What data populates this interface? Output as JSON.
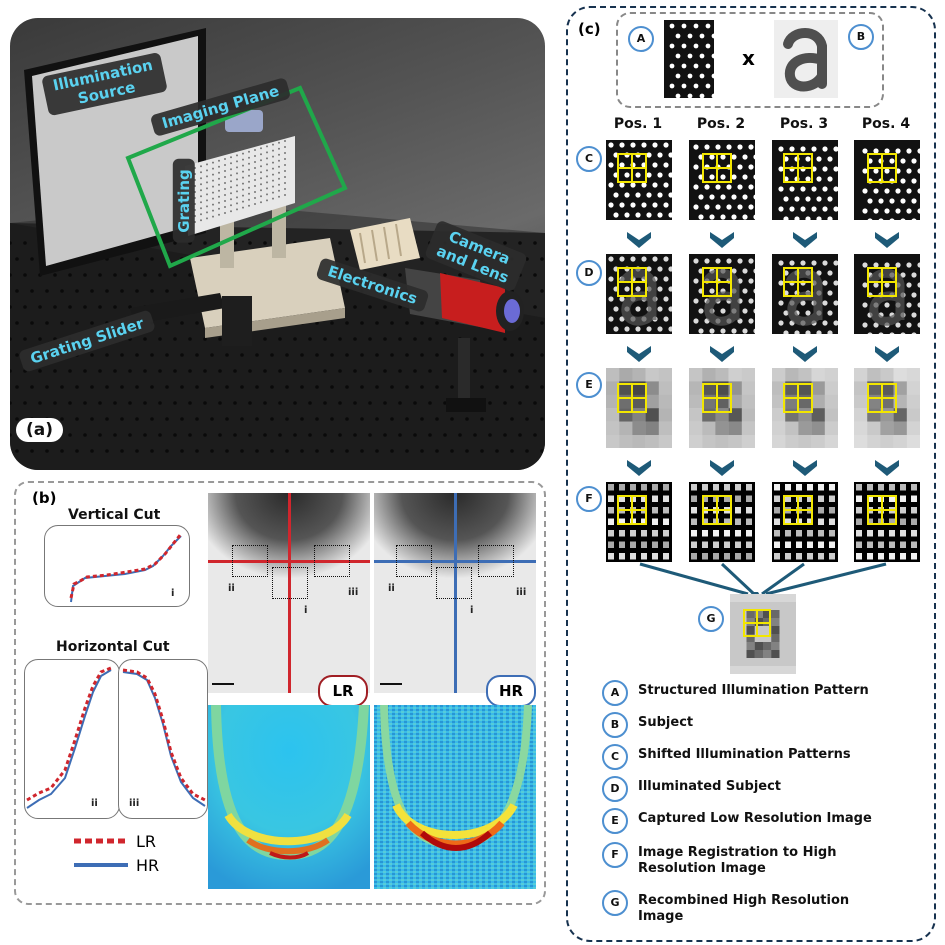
{
  "panel_a": {
    "badge": "(a)",
    "labels": {
      "illumination_source": "Illumination\nSource",
      "imaging_plane": "Imaging Plane",
      "grating": "Grating",
      "camera_lens": "Camera\nand Lens",
      "electronics": "Electronics",
      "grating_slider": "Grating Slider"
    }
  },
  "panel_b": {
    "badge": "(b)",
    "vertical_cut": "Vertical Cut",
    "horizontal_cut": "Horizontal Cut",
    "roman": {
      "i": "i",
      "ii": "ii",
      "iii": "iii"
    },
    "legend": {
      "lr": "LR",
      "hr": "HR"
    },
    "tag_lr": "LR",
    "tag_hr": "HR",
    "colors": {
      "lr": "#d0262d",
      "hr": "#3d6db5"
    }
  },
  "panel_c": {
    "badge": "(c)",
    "multiply": "x",
    "positions": [
      "Pos. 1",
      "Pos. 2",
      "Pos. 3",
      "Pos. 4"
    ],
    "row_letters": [
      "A",
      "B",
      "C",
      "D",
      "E",
      "F",
      "G"
    ],
    "legend": [
      {
        "letter": "A",
        "text": "Structured Illumination Pattern"
      },
      {
        "letter": "B",
        "text": "Subject"
      },
      {
        "letter": "C",
        "text": "Shifted Illumination Patterns"
      },
      {
        "letter": "D",
        "text": "Illuminated Subject"
      },
      {
        "letter": "E",
        "text": "Captured Low Resolution Image"
      },
      {
        "letter": "F",
        "text": "Image Registration to High\nResolution Image"
      },
      {
        "letter": "G",
        "text": "Recombined High Resolution\nImage"
      }
    ],
    "colors": {
      "circle": "#4d8fd0",
      "chevron": "#1e5a78",
      "grid": "#f2e600",
      "border": "#17324f"
    }
  }
}
